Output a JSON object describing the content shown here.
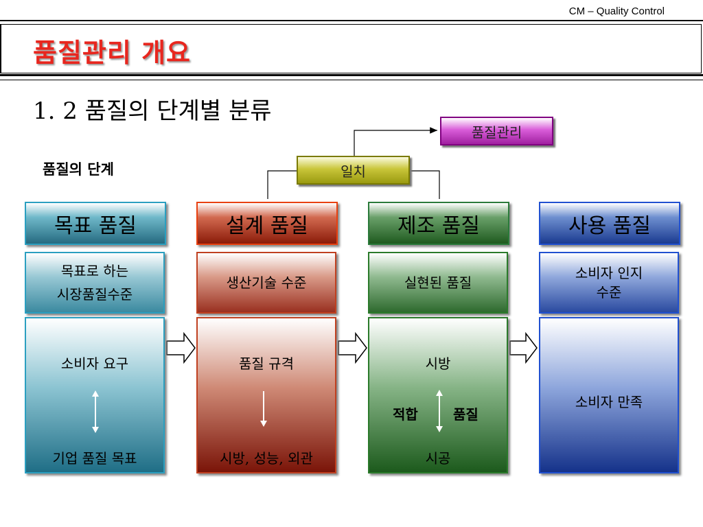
{
  "header": {
    "code": "CM – Quality Control",
    "title": "품질관리 개요"
  },
  "section": {
    "subtitle": "1. 2 품질의 단계별 분류",
    "stage_label": "품질의 단계"
  },
  "tags": {
    "quality_management": "품질관리",
    "match": "일치"
  },
  "stages": [
    {
      "header": "목표 품질",
      "desc": [
        "목표로 하는",
        "시장품질수준"
      ],
      "top": "소비자 요구",
      "bottom": "기업 품질 목표"
    },
    {
      "header": "설계 품질",
      "desc": [
        "생산기술 수준"
      ],
      "top": "품질 규격",
      "bottom": "시방, 성능, 외관"
    },
    {
      "header": "제조 품질",
      "desc": [
        "실현된 품질"
      ],
      "top": "시방",
      "left": "적합",
      "right": "품질",
      "bottom": "시공"
    },
    {
      "header": "사용 품질",
      "desc": [
        "소비자 인지",
        "수준"
      ],
      "center": "소비자 만족"
    }
  ],
  "colors": {
    "title": "#e8261e",
    "teal": "#2a9fc0",
    "red": "#c04020",
    "green": "#2a7a2a",
    "blue": "#2050d0",
    "magenta": "#a020a0",
    "olive": "#9a9a10"
  }
}
